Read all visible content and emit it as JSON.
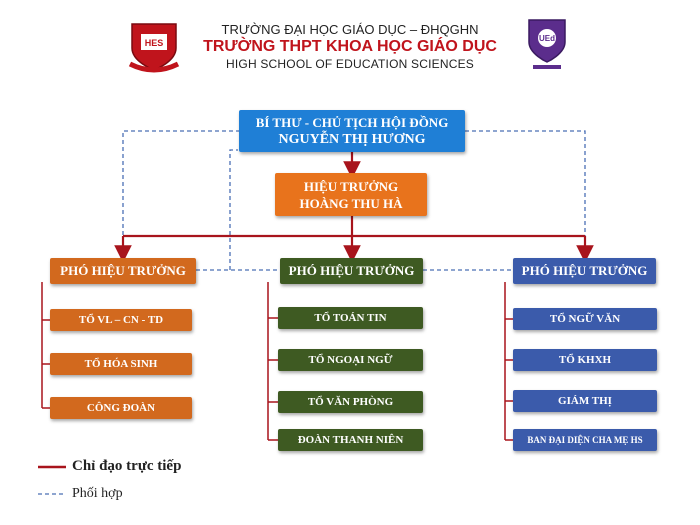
{
  "header": {
    "line1": "TRƯỜNG ĐẠI HỌC GIÁO DỤC – ĐHQGHN",
    "line2": "TRƯỜNG THPT KHOA HỌC GIÁO DỤC",
    "line3": "HIGH SCHOOL OF EDUCATION SCIENCES",
    "logo_left_text": "HES",
    "logo_right_text": "UEd"
  },
  "top": {
    "title": "BÍ THƯ - CHỦ TỊCH HỘI ĐỒNG",
    "name": "NGUYỄN THỊ HƯƠNG"
  },
  "principal": {
    "title": "HIỆU TRƯỞNG",
    "name": "HOÀNG THU HÀ"
  },
  "vice": [
    "PHÓ HIỆU TRƯỞNG",
    "PHÓ HIỆU TRƯỞNG",
    "PHÓ HIỆU TRƯỞNG"
  ],
  "left_units": [
    "TỔ VL – CN - TD",
    "TỔ HÓA SINH",
    "CÔNG ĐOÀN"
  ],
  "middle_units": [
    "TỔ TOÁN TIN",
    "TỔ NGOẠI NGỮ",
    "TỔ VĂN PHÒNG",
    "ĐOÀN THANH NIÊN"
  ],
  "right_units": [
    "TỔ NGỮ VĂN",
    "TỔ KHXH",
    "GIÁM THỊ",
    "BAN ĐẠI DIỆN CHA MẸ HS"
  ],
  "legend": {
    "direct": "Chỉ đạo trực tiếp",
    "coord": "Phối hợp"
  },
  "colors": {
    "direct_line": "#a8141c",
    "coord_line": "#4a6fb5",
    "top_box": "#1f7fd6",
    "principal_box": "#e8731c",
    "left_branch": "#d2691e",
    "middle_branch": "#3e5a22",
    "right_branch": "#3b5bab"
  }
}
